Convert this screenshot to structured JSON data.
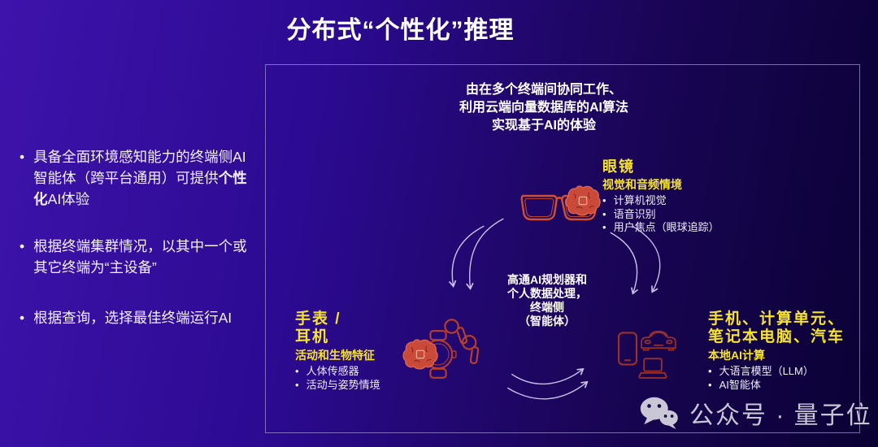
{
  "ui": {
    "bullet": "•"
  },
  "title": "分布式“个性化”推理",
  "sidebar": {
    "bullets": [
      {
        "pre": "具备全面环境感知能力的终端侧AI智能体（跨平台通用）可提供",
        "bold": "个性化",
        "post": "AI体验"
      },
      {
        "pre": "根据终端集群情况，以其中一个或其它终端为“主设备”",
        "bold": "",
        "post": ""
      },
      {
        "pre": "根据查询，选择最佳终端运行AI",
        "bold": "",
        "post": ""
      }
    ]
  },
  "diagram": {
    "top_text": [
      "由在多个终端间协同工作、",
      "利用云端向量数据库的AI算法",
      "实现基于AI的体验"
    ],
    "center_text": [
      "高通AI规划器和",
      "个人数据处理，",
      "终端侧",
      "（智能体）"
    ],
    "glasses": {
      "title": "眼镜",
      "subtitle": "视觉和音频情境",
      "bullets": [
        "计算机视觉",
        "语音识别",
        "用户焦点（眼球追踪）"
      ]
    },
    "wearables": {
      "title_line1": "手表 /",
      "title_line2": "耳机",
      "subtitle": "活动和生物特征",
      "bullets": [
        "人体传感器",
        "活动与姿势情境"
      ]
    },
    "devices": {
      "title_line1": "手机、计算单元、",
      "title_line2": "笔记本电脑、汽车",
      "subtitle": "本地AI计算",
      "bullets": [
        "大语言模型（LLM）",
        "AI智能体"
      ]
    }
  },
  "watermark": {
    "label": "公众号 · 量子位"
  },
  "colors": {
    "accent_yellow": "#f6e42a",
    "icon_red_bright": "#d0502f",
    "icon_red": "#b83f2b",
    "icon_red_dark": "#9c3128",
    "arrow": "#d9d3f6",
    "panel_border": "#9d8fd2",
    "watermark": "#c9c6d6",
    "bg_left": "#3e13ab",
    "bg_right": "#0a0133"
  }
}
